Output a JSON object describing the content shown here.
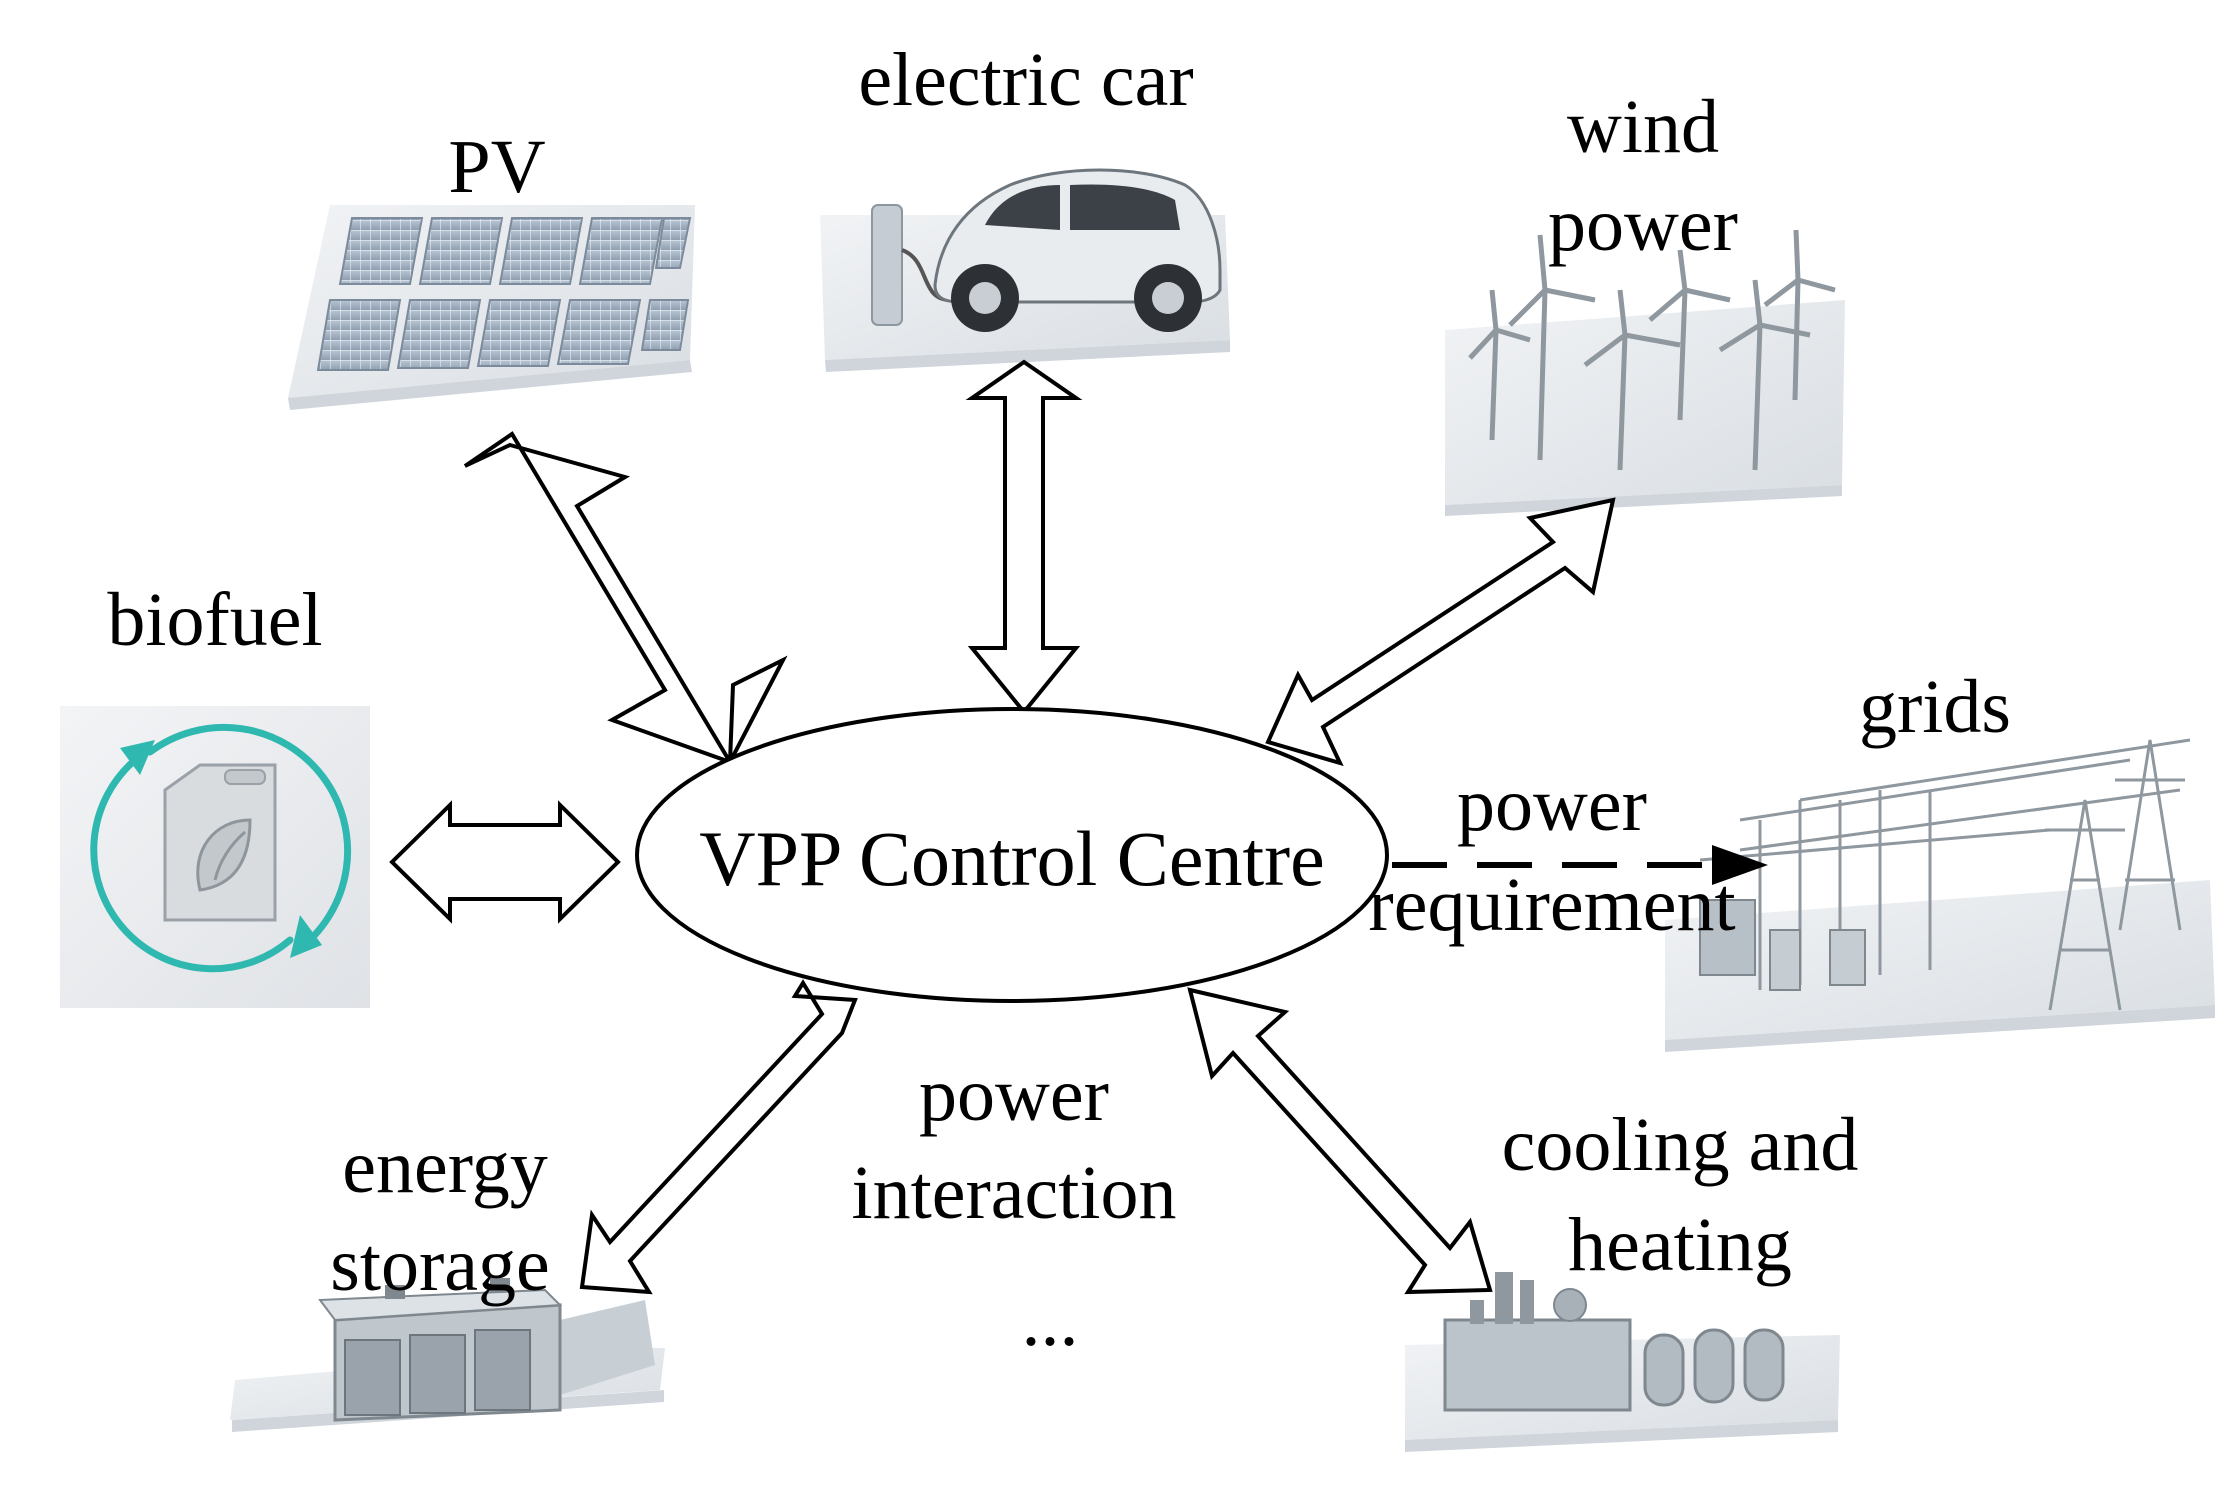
{
  "center": {
    "label": "VPP Control Centre"
  },
  "nodes": {
    "pv": {
      "label": "PV"
    },
    "ev": {
      "label": "electric car"
    },
    "wind": {
      "line1": "wind",
      "line2": "power"
    },
    "biofuel": {
      "label": "biofuel"
    },
    "grids": {
      "label": "grids"
    },
    "storage": {
      "line1": "energy",
      "line2": "storage"
    },
    "cooling": {
      "line1": "cooling and",
      "line2": "heating"
    }
  },
  "flows": {
    "requirement": {
      "line1": "power",
      "line2": "requirement"
    },
    "interaction": {
      "line1": "power",
      "line2": "interaction"
    },
    "more": "..."
  },
  "colors": {
    "biofuel_accent": "#2fb8b0",
    "platform": "#e4e8ec",
    "device": "#aab3bb"
  }
}
